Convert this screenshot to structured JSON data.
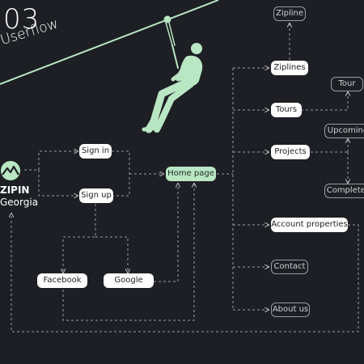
{
  "header": {
    "number": "03",
    "title": "Userflow"
  },
  "brand": {
    "name": "ZIPIN",
    "subtitle": "Georgia"
  },
  "nodes": {
    "sign_in": "Sign in",
    "sign_up": "Sign up",
    "home": "Home page",
    "facebook": "Facebook",
    "google": "Google",
    "zipline": "Zipline",
    "ziplines": "Ziplines",
    "tour": "Tour",
    "tours": "Tours",
    "projects": "Projects",
    "upcoming": "Upcoming",
    "completed": "Completed",
    "account": "Account properties",
    "contact": "Contact",
    "about": "About us"
  },
  "colors": {
    "background": "#1e1f24",
    "accent": "#b9e7c4",
    "connector": "#9a9ba0"
  }
}
